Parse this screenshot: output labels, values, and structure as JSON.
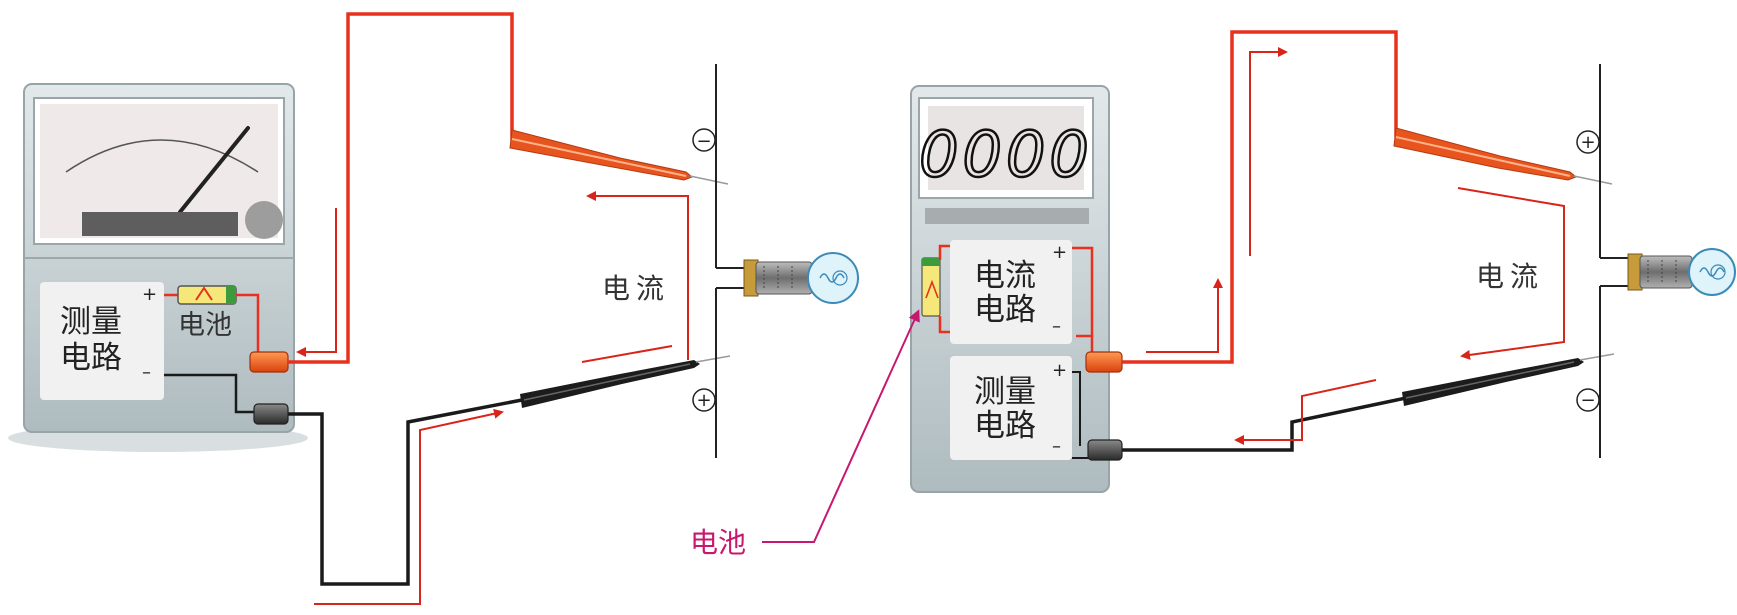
{
  "left_meter": {
    "measure_circuit": [
      "测量",
      "电路"
    ],
    "plus": "+",
    "minus": "–",
    "battery_label": "电池"
  },
  "left_probes": {
    "current_label": "电流",
    "top_terminal_sign": "−",
    "bottom_terminal_sign": "+"
  },
  "right_meter": {
    "display": "0000",
    "current_circuit": [
      "电流",
      "电路"
    ],
    "measure_circuit": [
      "测量",
      "电路"
    ],
    "plus": "+",
    "minus": "–",
    "battery_callout": "电池"
  },
  "right_probes": {
    "current_label": "电流",
    "top_terminal_sign": "+",
    "bottom_terminal_sign": "−"
  },
  "colors": {
    "wire_red": "#e8301e",
    "wire_black": "#1a1a1a",
    "arrow_red": "#d9241a",
    "callout_magenta": "#c8176e",
    "meter_body": "#c9d3d6"
  }
}
